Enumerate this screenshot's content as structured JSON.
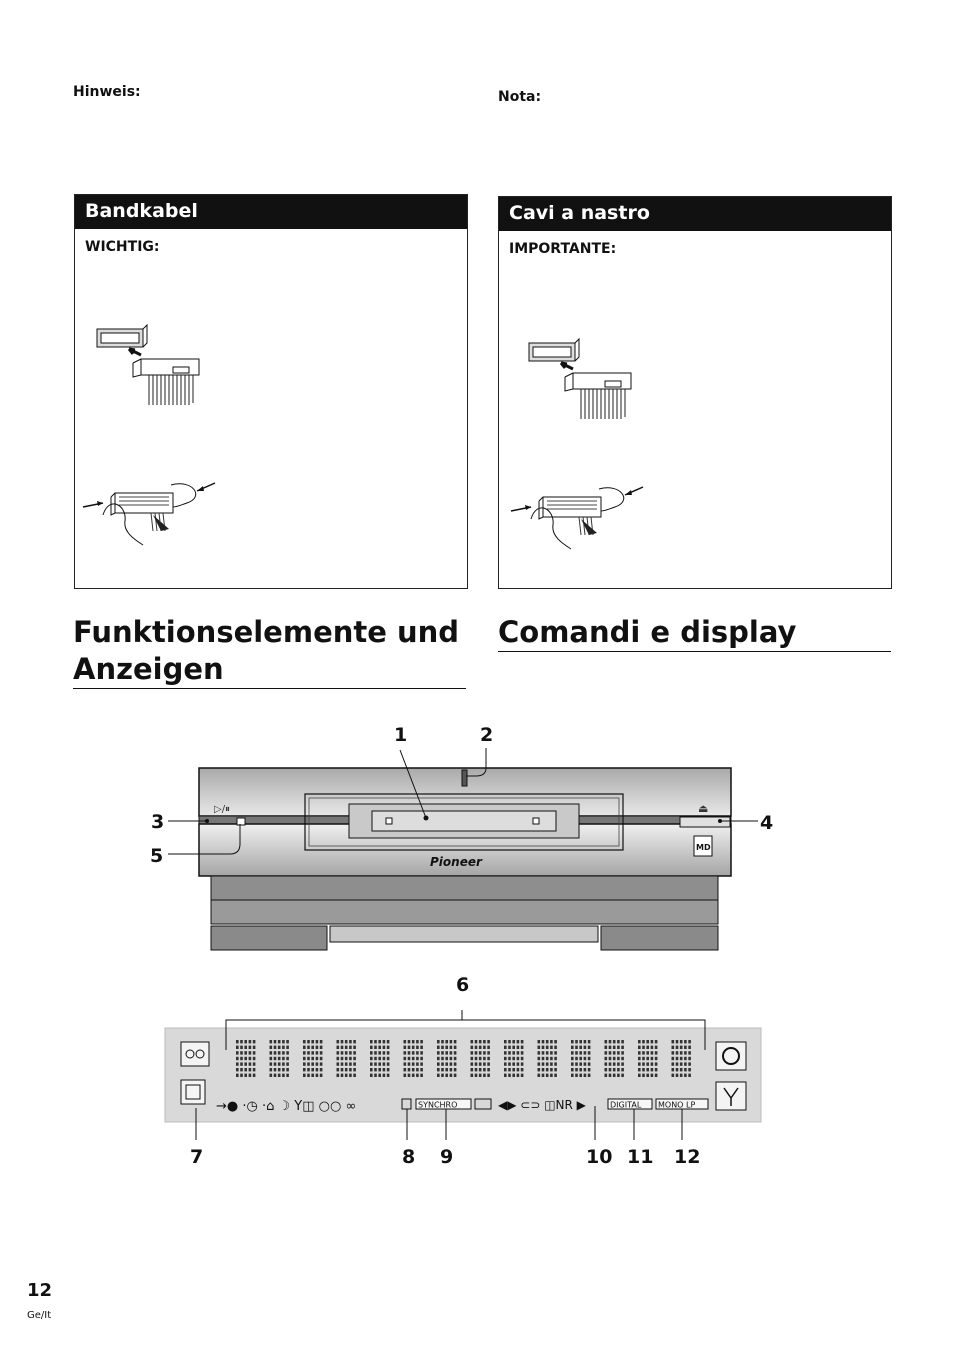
{
  "notes": {
    "left_label": "Hinweis:",
    "right_label": "Nota:"
  },
  "boxes": {
    "left": {
      "title": "Bandkabel",
      "subtitle": "WICHTIG:"
    },
    "right": {
      "title": "Cavi a nastro",
      "subtitle": "IMPORTANTE:"
    }
  },
  "sections": {
    "left_title": "Funktionselemente und Anzeigen",
    "right_title": "Comandi e display"
  },
  "device": {
    "brand": "Pioneer",
    "play_pause_symbol": "▷/⏸",
    "eject_symbol": "⏏",
    "md_logo": "MD",
    "callouts": [
      "1",
      "2",
      "3",
      "4",
      "5"
    ]
  },
  "display": {
    "callouts": [
      "6",
      "7",
      "8",
      "9",
      "10",
      "11",
      "12"
    ],
    "labels": {
      "synchro": "SYNCHRO",
      "digital": "DIGITAL",
      "mono_lp": "MONO LP"
    }
  },
  "footer": {
    "page_number": "12",
    "language_code": "Ge/It"
  },
  "icons": [
    "play-pause-icon",
    "eject-icon",
    "tape-icon",
    "timer-icon",
    "antenna-icon",
    "power-icon"
  ]
}
